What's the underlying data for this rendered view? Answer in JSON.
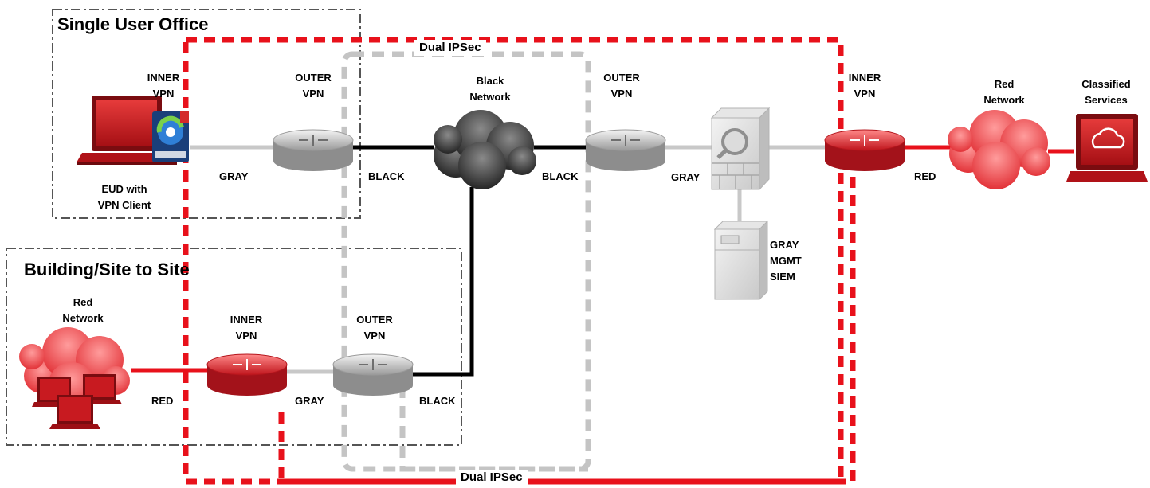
{
  "zones": {
    "single_user_office": "Single User Office",
    "building_site": "Building/Site to Site"
  },
  "tunnels": {
    "dual_ipsec_top": "Dual IPSec",
    "dual_ipsec_bottom": "Dual IPSec"
  },
  "nodes": {
    "inner_vpn_top": [
      "INNER",
      "VPN"
    ],
    "outer_vpn_top": [
      "OUTER",
      "VPN"
    ],
    "black_network": [
      "Black",
      "Network"
    ],
    "outer_vpn_right": [
      "OUTER",
      "VPN"
    ],
    "inner_vpn_right": [
      "INNER",
      "VPN"
    ],
    "red_network_right": [
      "Red",
      "Network"
    ],
    "classified_services": [
      "Classified",
      "Services"
    ],
    "eud": [
      "EUD with",
      "VPN Client"
    ],
    "mgmt": [
      "GRAY",
      "MGMT",
      "SIEM"
    ],
    "red_network_left": [
      "Red",
      "Network"
    ],
    "inner_vpn_bottom": [
      "INNER",
      "VPN"
    ],
    "outer_vpn_bottom": [
      "OUTER",
      "VPN"
    ]
  },
  "links": {
    "gray_1": "GRAY",
    "black_1": "BLACK",
    "black_2": "BLACK",
    "gray_2": "GRAY",
    "red_1": "RED",
    "red_2": "RED",
    "gray_3": "GRAY",
    "black_3": "BLACK"
  },
  "icons": {
    "vpn_client_badge": "anyconnect-icon",
    "firewall": "firewall-icon",
    "server": "server-icon",
    "cloud_service": "cloud-icon"
  },
  "colors": {
    "red": "#e8111b",
    "black": "#000000",
    "gray": "#c8c8c8",
    "tunnel_gray": "#c4c4c4"
  }
}
